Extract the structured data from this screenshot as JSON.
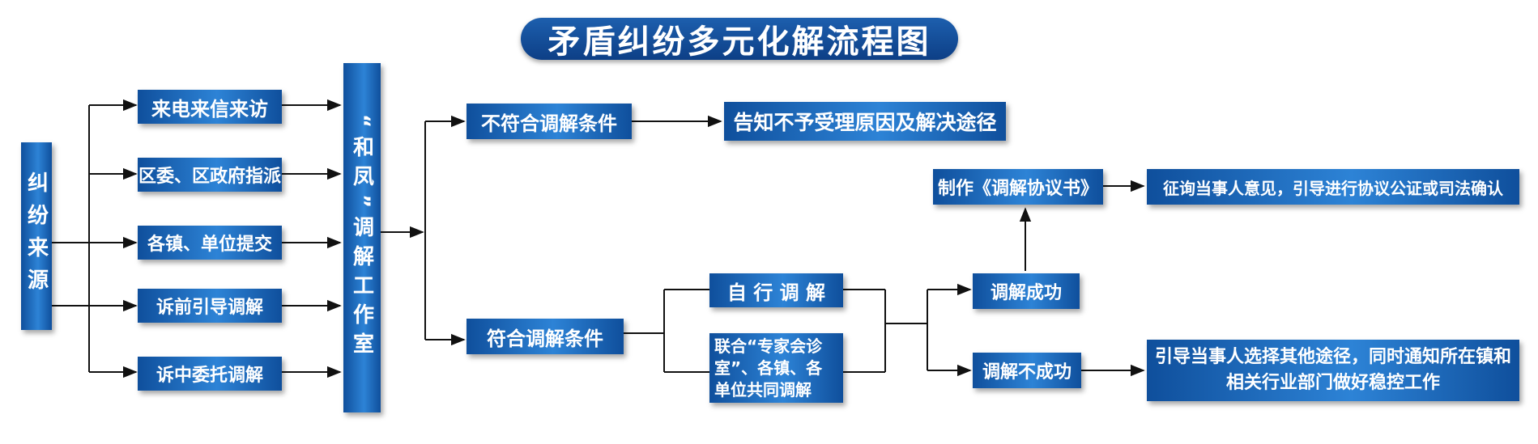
{
  "title": "矛盾纠纷多元化解流程图",
  "source_label": "纠纷来源",
  "sources": [
    "来电来信来访",
    "区委、区政府指派",
    "各镇、单位提交",
    "诉前引导调解",
    "诉中委托调解"
  ],
  "workroom": "“和凤”调解工作室",
  "not_eligible": "不符合调解条件",
  "notify": "告知不予受理原因及解决途径",
  "eligible": "符合调解条件",
  "self_mediation": "自 行 调 解",
  "joint_mediation": "联合“专家会诊室”、各镇、各单位共同调解",
  "success": "调解成功",
  "agreement": "制作《调解协议书》",
  "confirm": "征询当事人意见，引导进行协议公证或司法确认",
  "failure": "调解不成功",
  "guide": "引导当事人选择其他途径，同时通知所在镇和相关行业部门做好稳控工作",
  "colors": {
    "box_dark": "#0f4f9c",
    "box_light": "#2d83d6",
    "title_bg": "#0d3f86",
    "line": "#111111"
  }
}
